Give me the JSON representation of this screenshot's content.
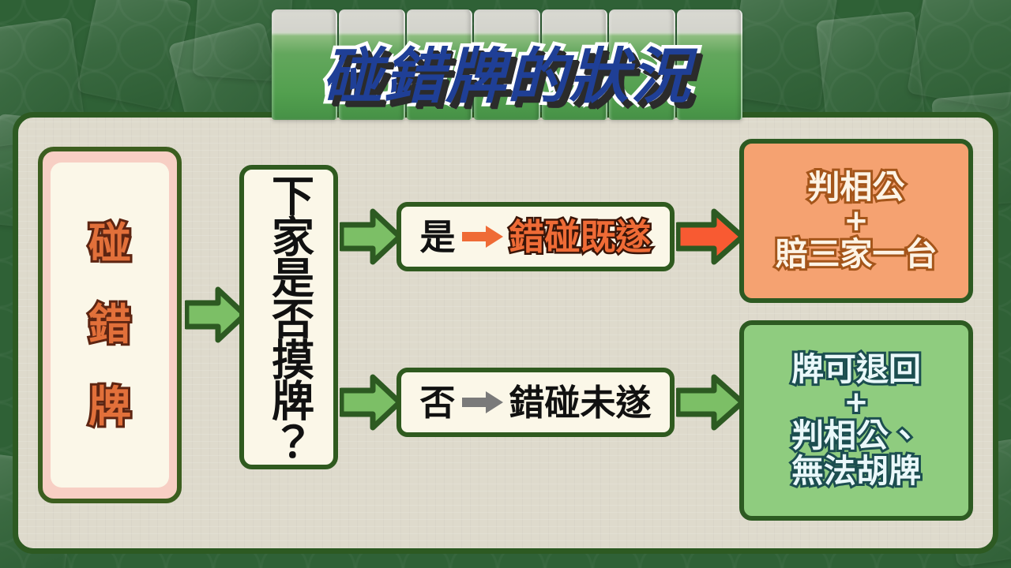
{
  "header": {
    "title": "碰錯牌的狀況",
    "tile_count": 7
  },
  "colors": {
    "background_felt": "#2f6136",
    "panel": "#dedacc",
    "panel_border": "#2d5a22",
    "title_text": "#1f3f96",
    "title_outline": "#ffffff",
    "start_frame": "#f7cfc4",
    "start_inner": "#fbf7e8",
    "start_text": "#e2703a",
    "start_text_outline": "#5d2512",
    "box_fill": "#fbf7e8",
    "box_border": "#2f5a1f",
    "arrow_green": "#7cbf66",
    "arrow_green_outline": "#2d5a22",
    "arrow_red": "#f85a32",
    "outcome_orange": "#f5a271",
    "outcome_orange_text": "#fdf4e6",
    "outcome_orange_outline": "#a4551a",
    "outcome_green": "#8fcc7f",
    "outcome_green_text": "#eaf8fa",
    "outcome_green_outline": "#1c4e50"
  },
  "flow": {
    "start": {
      "name": "start-node",
      "chars": [
        "碰",
        "錯",
        "牌"
      ],
      "label": "碰錯牌"
    },
    "decision": {
      "name": "decision-node",
      "question": "下家是否摸牌？"
    },
    "branches": [
      {
        "id": "yes",
        "lead": "是",
        "arrow_icon": "right-arrow-icon",
        "arrow_color": "#ef6b36",
        "result": "錯碰既遂",
        "result_style": "orange"
      },
      {
        "id": "no",
        "lead": "否",
        "arrow_icon": "right-arrow-icon",
        "arrow_color": "#7a7a7a",
        "result": "錯碰未遂",
        "result_style": "dark"
      }
    ],
    "outcomes": [
      {
        "id": "guilty",
        "name": "outcome-guilty",
        "lines": [
          "判相公",
          "賠三家一台"
        ],
        "plus": "+",
        "fill": "#f5a271"
      },
      {
        "id": "ok",
        "name": "outcome-retractable",
        "lines": [
          "牌可退回",
          "判相公、",
          "無法胡牌"
        ],
        "plus": "+",
        "fill": "#8fcc7f"
      }
    ],
    "connectors": [
      {
        "id": "start-to-decision",
        "name": "arrow-start-to-decision",
        "color": "green"
      },
      {
        "id": "decision-to-yes",
        "name": "arrow-decision-to-yes",
        "color": "green"
      },
      {
        "id": "decision-to-no",
        "name": "arrow-decision-to-no",
        "color": "green"
      },
      {
        "id": "yes-to-guilty",
        "name": "arrow-yes-to-guilty",
        "color": "red"
      },
      {
        "id": "no-to-ok",
        "name": "arrow-no-to-ok",
        "color": "green"
      }
    ]
  }
}
